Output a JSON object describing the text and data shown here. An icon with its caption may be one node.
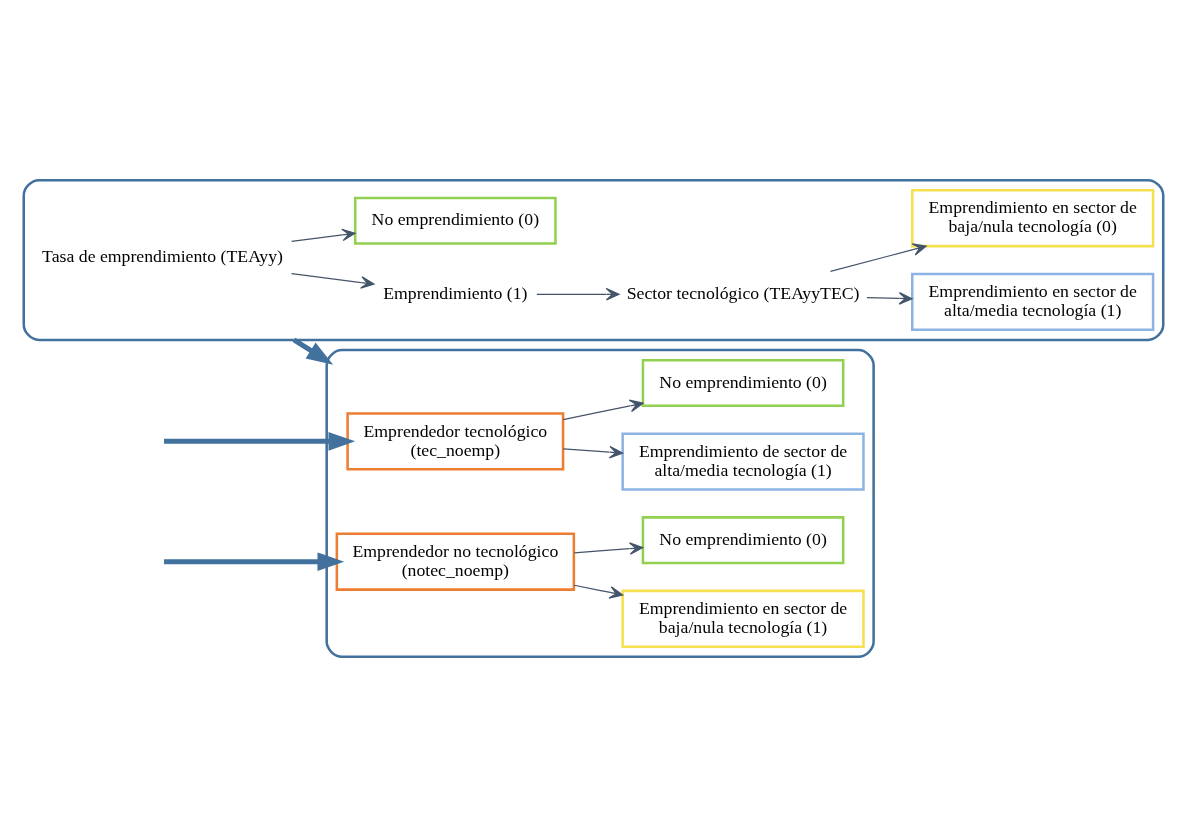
{
  "diagram": {
    "nodes": [
      {
        "text": [],
        "shape": "box"
      },
      {
        "text": [
          "Tasa de emprendimiento (TEAyy)"
        ],
        "in": 0
      },
      {
        "text": [
          "Emprendimiento (1)"
        ],
        "in": 0
      },
      {
        "text": [
          "No emprendimiento (0)"
        ],
        "in": 0
      },
      {
        "text": [
          "Sector tecnológico (TEAyyTEC)"
        ],
        "in": 0
      },
      {
        "text": [
          "Emprendimiento en sector de alta/media tecnología (1)"
        ],
        "in": 0
      },
      {
        "text": [
          "Emprendimiento en sector de baja/nula tecnología (0)"
        ],
        "in": 0
      },
      {
        "text": [],
        "shape": "box"
      },
      {
        "text": [
          "Emprendedor tecnológico (tec_noemp)"
        ],
        "in": 7
      },
      {
        "text": [
          "Emprendimiento de sector de alta/media tecnología (1)"
        ],
        "in": 7
      },
      {
        "text": [
          "No emprendimiento (0)"
        ],
        "in": 7
      },
      {
        "text": [
          "Emprendedor no tecnológico (notec_noemp)"
        ],
        "in": 7
      },
      {
        "text": [
          "Emprendimiento en sector de baja/nula tecnología (1)"
        ],
        "in": 7
      },
      {
        "text": [
          "No emprendimiento (0)"
        ],
        "in": 7
      }
    ],
    "edges": [
      {
        "from": 1,
        "to": 2,
        "arrow": "to"
      },
      {
        "from": 1,
        "to": 3,
        "arrow": "to"
      },
      {
        "from": 2,
        "to": 4,
        "arrow": "to"
      },
      {
        "from": 4,
        "to": 5,
        "arrow": "to"
      },
      {
        "from": 4,
        "to": 6,
        "arrow": "to"
      },
      {
        "from": 0,
        "to": 7,
        "arrow": "to",
        "style": "thick"
      },
      {
        "from": null,
        "to": 8,
        "arrow": "to",
        "style": "thick"
      },
      {
        "from": null,
        "to": 11,
        "arrow": "to",
        "style": "thick"
      },
      {
        "from": 8,
        "to": 9,
        "arrow": "to"
      },
      {
        "from": 8,
        "to": 10,
        "arrow": "to"
      },
      {
        "from": 11,
        "to": 12,
        "arrow": "to"
      },
      {
        "from": 11,
        "to": 13,
        "arrow": "to"
      }
    ]
  }
}
